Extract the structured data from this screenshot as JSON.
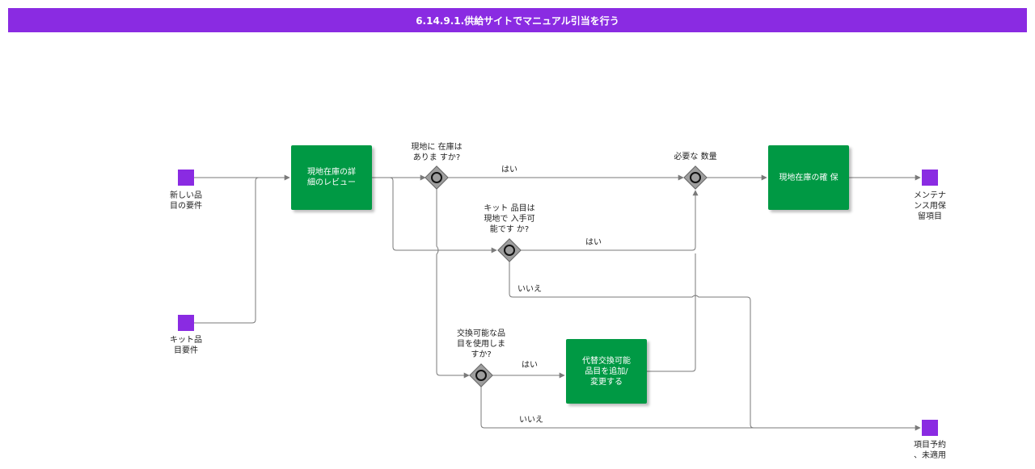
{
  "title": "6.14.9.1.供給サイトでマニュアル引当を行う",
  "colors": {
    "header": "#8a2be2",
    "task": "#009944",
    "event": "#8a2be2",
    "gateway": "#9e9e9e",
    "line": "#7a7a7a"
  },
  "start_events": {
    "new_item": "新しい品\n目の要件",
    "kit_item": "キット品\n目要件"
  },
  "end_events": {
    "maintenance_hold": "メンテナ\nンス用保\n留項目",
    "reserve_unapplied": "項目予約\n、未適用"
  },
  "tasks": {
    "review": "現地在庫の詳\n細のレビュー",
    "secure": "現地在庫の確 保",
    "substitute": "代替交換可能\n品目を追加/\n変更する"
  },
  "gateways": {
    "in_stock": "現地に 在庫は\nありま すか?",
    "required_qty": "必要な 数量",
    "kit_available": "キット 品目は\n現地で 入手可\n能です か?",
    "substitute": "交換可能な品\n目を使用しま\nすか?"
  },
  "flows": {
    "yes_1": "はい",
    "yes_2": "はい",
    "no_1": "いいえ",
    "yes_3": "はい",
    "no_2": "いいえ"
  }
}
